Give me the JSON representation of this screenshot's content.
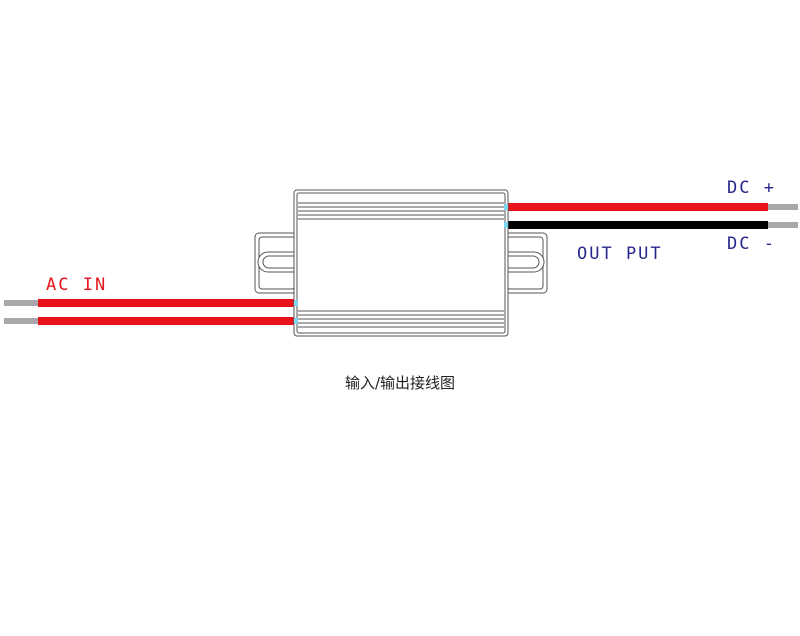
{
  "labels": {
    "ac_in": "AC IN",
    "dc_plus": "DC +",
    "dc_minus": "DC -",
    "output": "OUT PUT"
  },
  "caption": "输入/输出接线图",
  "colors": {
    "wire_red": "#e8141c",
    "wire_black": "#000000",
    "wire_tip": "#a8a8a8",
    "label_red": "#e8141c",
    "label_blue": "#28288c",
    "outline": "#555555"
  }
}
